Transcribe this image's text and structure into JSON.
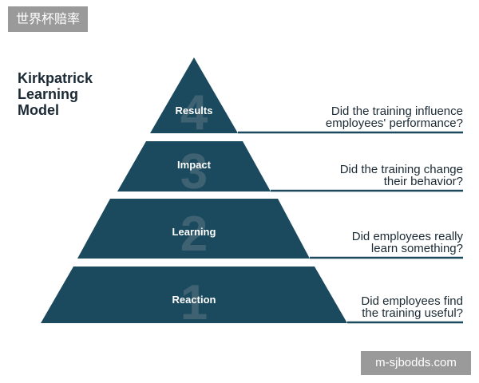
{
  "corner_tag": "世界杯赔率",
  "watermark": "m-sjbodds.com",
  "title": {
    "line1": "Kirkpatrick",
    "line2": "Learning",
    "line3": "Model"
  },
  "colors": {
    "level_fill": "#1b4a5e",
    "number": "#4f6d7b",
    "rule": "#1b4a5e"
  },
  "levels": [
    {
      "number": "4",
      "label": "Results",
      "question": [
        "Did the training influence",
        "employees' performance?"
      ]
    },
    {
      "number": "3",
      "label": "Impact",
      "question": [
        "Did the training change",
        "their behavior?"
      ]
    },
    {
      "number": "2",
      "label": "Learning",
      "question": [
        "Did employees really",
        "learn something?"
      ]
    },
    {
      "number": "1",
      "label": "Reaction",
      "question": [
        "Did employees find",
        "the training useful?"
      ]
    }
  ]
}
